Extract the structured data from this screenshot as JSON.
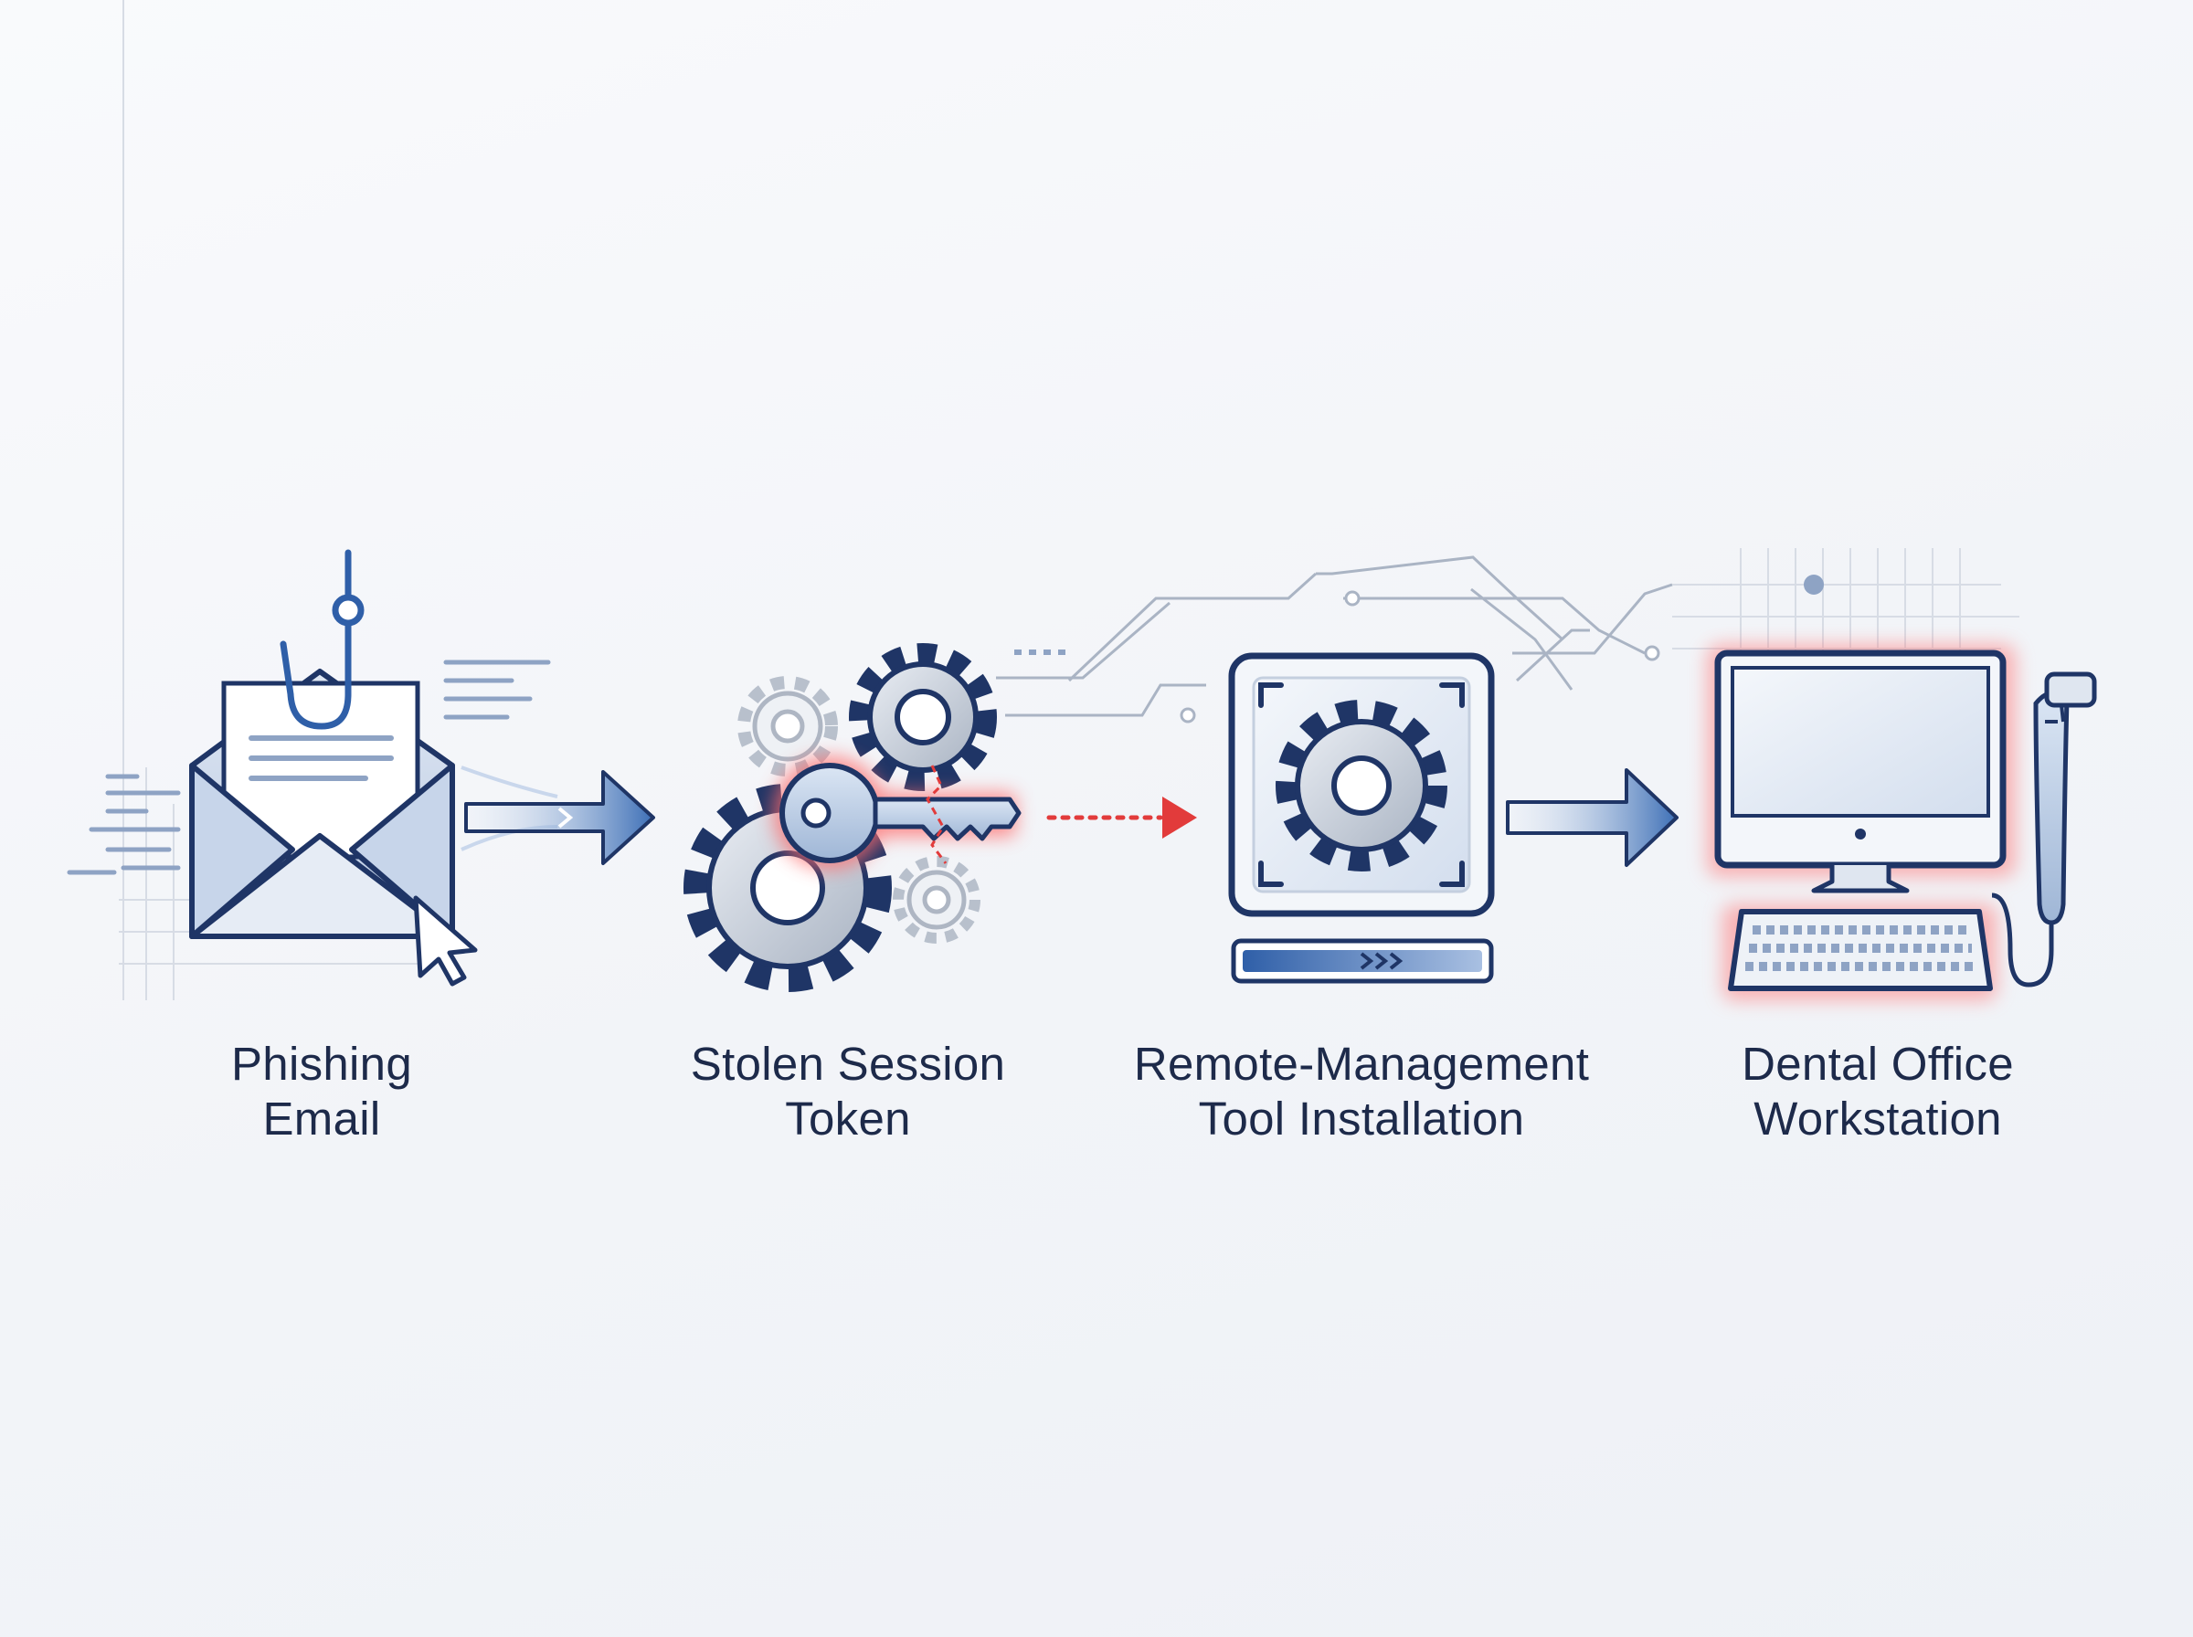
{
  "steps": [
    {
      "line1": "Phishing",
      "line2": "Email",
      "icon": "phishing-email-icon"
    },
    {
      "line1": "Stolen Session",
      "line2": "Token",
      "icon": "stolen-key-gears-icon"
    },
    {
      "line1": "Remote-Management",
      "line2": "Tool Installation",
      "icon": "remote-management-install-icon"
    },
    {
      "line1": "Dental Office",
      "line2": "Workstation",
      "icon": "dental-workstation-icon"
    }
  ],
  "colors": {
    "navy": "#1f3566",
    "blue": "#3d6fb6",
    "light_blue": "#c9d7ec",
    "gray": "#aeb6c3",
    "alert_red": "#e23b3b",
    "text": "#1d2a4a"
  }
}
